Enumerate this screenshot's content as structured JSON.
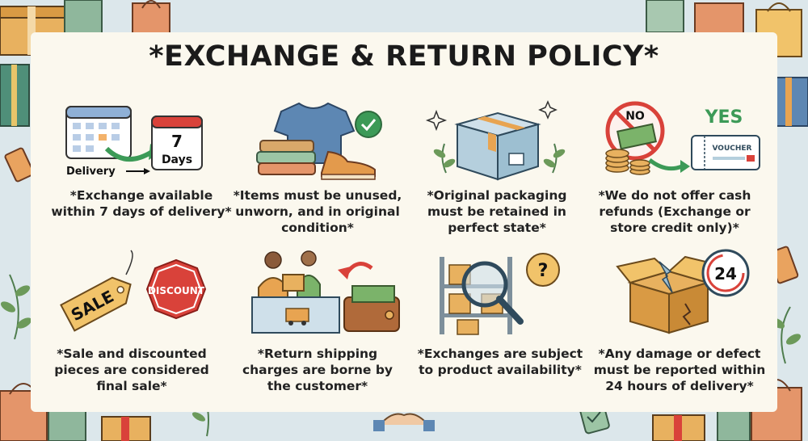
{
  "title": "*EXCHANGE & RETURN POLICY*",
  "colors": {
    "background": "#dce7eb",
    "panel": "#fbf8ee",
    "text": "#1b1b1b",
    "accent_green": "#3c9a57",
    "accent_red": "#d9423a",
    "accent_orange": "#e8a451"
  },
  "policies": [
    {
      "icon": "calendar-delivery-icon",
      "art": {
        "delivery": "Delivery",
        "seven": "7",
        "days": "Days"
      },
      "lines": [
        "*Exchange available",
        "within 7 days of delivery*"
      ]
    },
    {
      "icon": "unworn-clothes-icon",
      "lines": [
        "*Items must be unused,",
        "unworn, and in original",
        "condition*"
      ]
    },
    {
      "icon": "packaging-box-icon",
      "lines": [
        "*Original packaging",
        "must be retained in",
        "perfect state*"
      ]
    },
    {
      "icon": "no-cash-voucher-icon",
      "art": {
        "no": "NO",
        "yes": "YES",
        "voucher": "VOUCHER"
      },
      "lines": [
        "*We do not offer cash",
        "refunds (Exchange or",
        "store credit only)*"
      ]
    },
    {
      "icon": "sale-discount-icon",
      "art": {
        "sale": "SALE",
        "discount": "DISCOUNT"
      },
      "lines": [
        "*Sale and discounted",
        "pieces are considered",
        "final sale*"
      ]
    },
    {
      "icon": "return-shipping-icon",
      "lines": [
        "*Return shipping",
        "charges are borne by",
        "the customer*"
      ]
    },
    {
      "icon": "availability-search-icon",
      "lines": [
        "*Exchanges are subject",
        "to product availability*"
      ]
    },
    {
      "icon": "damaged-box-clock-icon",
      "art": {
        "hours": "24"
      },
      "lines": [
        "*Any damage or defect",
        "must be reported within",
        "24 hours of delivery*"
      ]
    }
  ]
}
